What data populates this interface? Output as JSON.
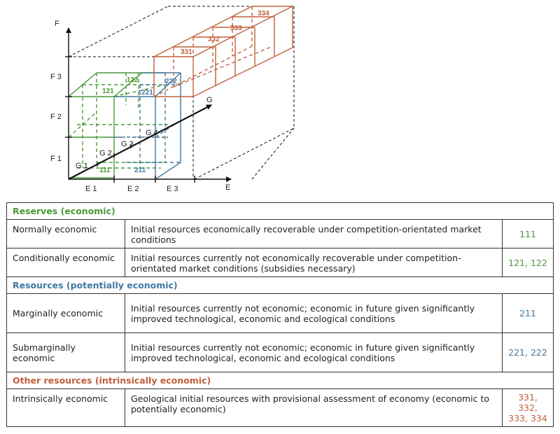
{
  "diagram": {
    "axes": {
      "f": "F",
      "e": "E",
      "g": "G"
    },
    "f_ticks": [
      "F 1",
      "F 2",
      "F 3"
    ],
    "e_ticks": [
      "E 1",
      "E 2",
      "E 3"
    ],
    "g_ticks": [
      "G 1",
      "G 2",
      "G 3",
      "G 4"
    ],
    "codes": {
      "c111": "111",
      "c121": "121",
      "c122": "122",
      "c211": "211",
      "c221": "221",
      "c222": "222",
      "c331": "331",
      "c332": "332",
      "c333": "333",
      "c334": "334"
    },
    "colors": {
      "green": "#4a9a35",
      "blue": "#3f78a3",
      "rust": "#c0603a",
      "black": "#111111"
    }
  },
  "table": {
    "sections": [
      {
        "title": "Reserves (economic)",
        "rows": [
          {
            "category": "Normally economic",
            "description": "Initial resources economically recoverable under competition-orientated market conditions",
            "codes": "111"
          },
          {
            "category": "Conditionally economic",
            "description": "Initial resources currently not economically recoverable under competition-orientated market conditions (subsidies necessary)",
            "codes": "121, 122"
          }
        ]
      },
      {
        "title": "Resources (potentially economic)",
        "rows": [
          {
            "category": "Marginally economic",
            "description": "Initial resources currently not economic; economic in future given significantly improved technological, economic and ecological conditions",
            "codes": "211"
          },
          {
            "category": "Submarginally economic",
            "description": "Initial resources currently not economic; economic in future given significantly improved technological, economic and ecological conditions",
            "codes": "221, 222"
          }
        ]
      },
      {
        "title": "Other resources (intrinsically economic)",
        "rows": [
          {
            "category": "Intrinsically economic",
            "description": "Geological initial resources with provisional assessment of economy (economic to potentially economic)",
            "codes": "331, 332, 333, 334"
          }
        ]
      }
    ]
  }
}
